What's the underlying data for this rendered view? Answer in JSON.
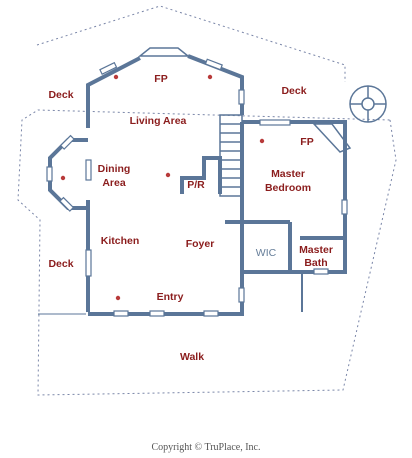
{
  "rooms": {
    "fp_top": "FP",
    "deck_left_top": "Deck",
    "deck_right_top": "Deck",
    "living_area": "Living Area",
    "fp_right": "FP",
    "dining_line1": "Dining",
    "dining_line2": "Area",
    "pr": "P/R",
    "master_line1": "Master",
    "master_line2": "Bedroom",
    "kitchen": "Kitchen",
    "foyer": "Foyer",
    "wic": "WIC",
    "master_bath_line1": "Master",
    "master_bath_line2": "Bath",
    "deck_left_bottom": "Deck",
    "entry": "Entry",
    "walk": "Walk"
  },
  "copyright": "Copyright © TruPlace, Inc.",
  "colors": {
    "label": "#8b1d1d",
    "wall": "#5b7698",
    "marker": "#b83a3a",
    "dashed_outline": "#7a86a8"
  }
}
